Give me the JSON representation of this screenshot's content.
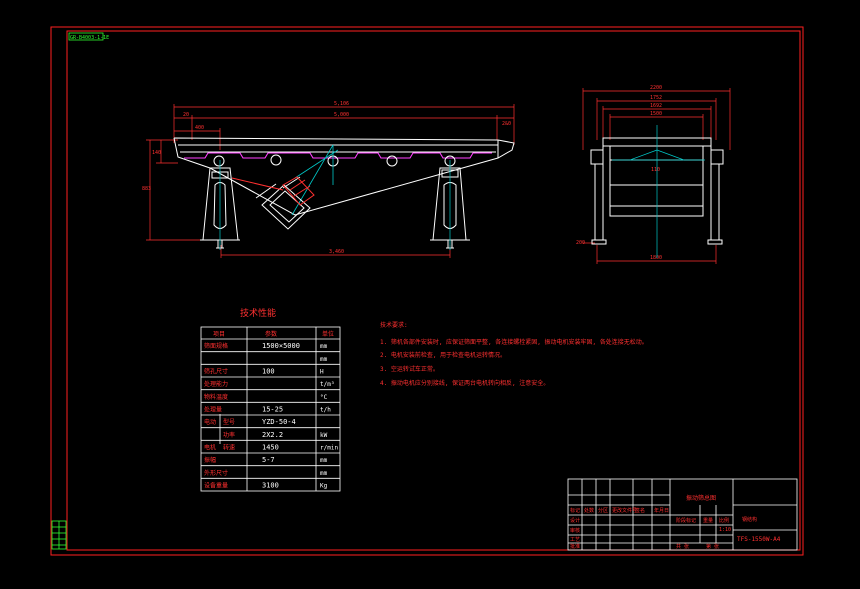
{
  "drawing": {
    "corner_tag": "GR-B4003-1-1E",
    "colors": {
      "background": "#000000",
      "frame": "#ff2020",
      "line": "#ffffff",
      "dimension": "#ff3030",
      "centerline": "#00c8c8",
      "highlight": "#ff40ff",
      "text": "#ff3030",
      "hatch": "#30ff30"
    }
  },
  "front_view": {
    "dims": {
      "overall_top": "5,106",
      "top_inner": "5,000",
      "top_left": "20",
      "top_right": "2&0",
      "left_offset": "400",
      "left_height_small": "140",
      "left_height_big": "883",
      "bottom_span": "3,460"
    }
  },
  "side_view": {
    "dims": {
      "width_top": "2200",
      "width_2": "1752",
      "width_3": "1692",
      "width_4": "1500",
      "center_note": "110",
      "bottom_width": "1800",
      "left_small": "200"
    }
  },
  "spec_table": {
    "title": "技术性能",
    "headers": [
      "项目",
      "参数",
      "单位"
    ],
    "rows": [
      {
        "label": "筛面规格",
        "sub": "",
        "value": "1500×5000",
        "unit": "mm"
      },
      {
        "label": "",
        "sub": "",
        "value": "",
        "unit": "mm"
      },
      {
        "label": "筛孔尺寸",
        "sub": "",
        "value": "100",
        "unit": "H"
      },
      {
        "label": "处理能力",
        "sub": "",
        "value": "",
        "unit": "t/m³"
      },
      {
        "label": "物料温度",
        "sub": "",
        "value": "",
        "unit": "°C"
      },
      {
        "label": "处理量",
        "sub": "",
        "value": "15-25",
        "unit": "t/h"
      },
      {
        "label": "电动",
        "sub": "型号",
        "value": "YZD-50-4",
        "unit": ""
      },
      {
        "label": "",
        "sub": "功率",
        "value": "2X2.2",
        "unit": "kW"
      },
      {
        "label": "电机",
        "sub": "转速",
        "value": "1450",
        "unit": "r/min"
      },
      {
        "label": "振幅",
        "sub": "",
        "value": "5-7",
        "unit": "mm"
      },
      {
        "label": "外形尺寸",
        "sub": "",
        "value": "",
        "unit": "mm"
      },
      {
        "label": "设备重量",
        "sub": "",
        "value": "3100",
        "unit": "Kg"
      }
    ]
  },
  "tech_notes": {
    "heading": "技术要求:",
    "items": [
      "1. 筛机各部件安装时, 应保证筛面平整, 各连接螺栓紧固, 振动电机安装牢固, 各处连接无松动。",
      "2. 电机安装前检查, 用于检查电机运转情况。",
      "3. 空运转试车正常。",
      "4. 振动电机应分别接线, 保证两台电机转向相反, 注意安全。"
    ]
  },
  "title_block": {
    "drawing_name": "振动筛总图",
    "material_note": "钢结构",
    "drawing_number": "TFS-1550W-A4",
    "scale": "1:10",
    "cells": [
      "标记",
      "处数",
      "分区",
      "更改文件号",
      "签名",
      "年月日",
      "设计",
      "审核",
      "工艺",
      "批准",
      "阶段标记",
      "重量",
      "比例",
      "共 张",
      "第 张"
    ]
  }
}
